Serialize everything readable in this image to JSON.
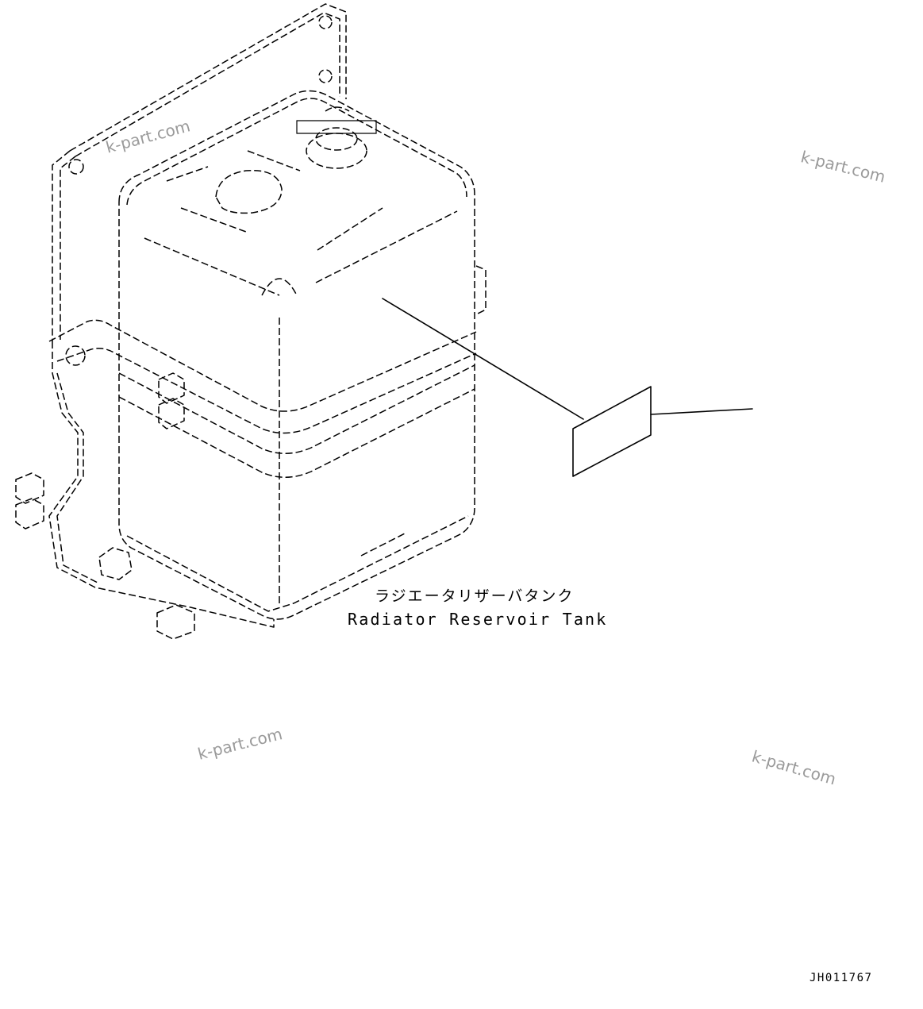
{
  "part_name_jp": "ラジエータリザーバタンク",
  "part_name_en": "Radiator Reservoir Tank",
  "drawing_code": "JH011767",
  "watermarks": [
    "k-part.com",
    "k-part.com",
    "k-part.com",
    "k-part.com"
  ],
  "icons": {
    "tank": "radiator-reservoir-tank-drawing",
    "label_plate": "label-plate-icon"
  }
}
